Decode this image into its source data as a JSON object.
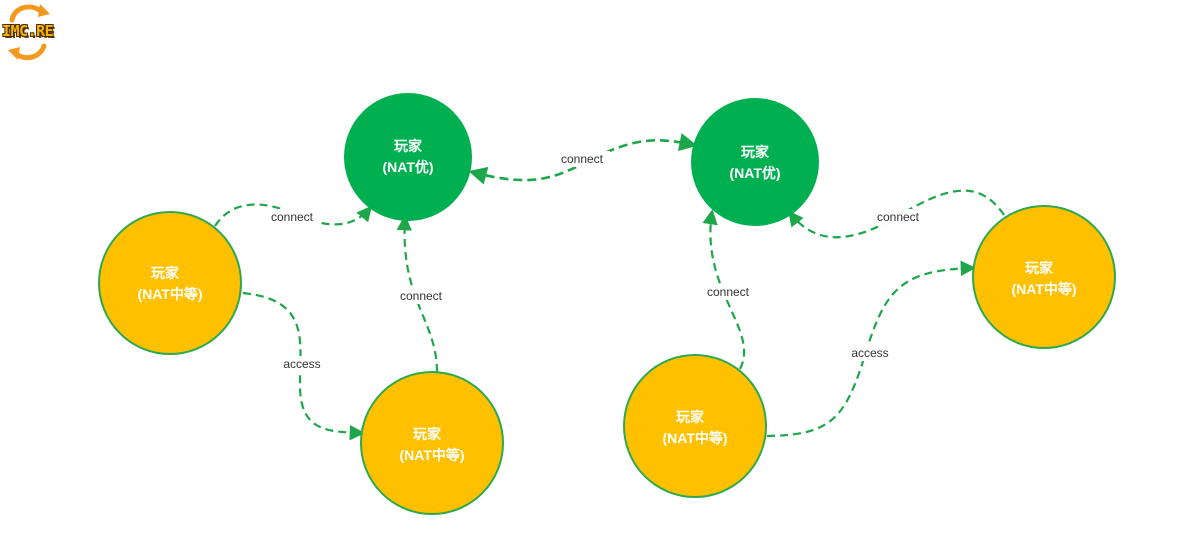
{
  "logo": {
    "text": "IMC.RE",
    "icon": "refresh-arrows-icon"
  },
  "colors": {
    "green_node": "#00b050",
    "yellow_node": "#ffc000",
    "node_stroke": "#2ea84e",
    "edge": "#1ea64a",
    "label_text": "#ffffff",
    "edge_label_text": "#333333"
  },
  "nodes": [
    {
      "id": "g1",
      "kind": "green",
      "line1": "玩家",
      "line2": "(NAT优)"
    },
    {
      "id": "g2",
      "kind": "green",
      "line1": "玩家",
      "line2": "(NAT优)"
    },
    {
      "id": "y1",
      "kind": "yellow",
      "line1": "玩家",
      "line2": "(NAT中等)"
    },
    {
      "id": "y2",
      "kind": "yellow",
      "line1": "玩家",
      "line2": "(NAT中等)"
    },
    {
      "id": "y3",
      "kind": "yellow",
      "line1": "玩家",
      "line2": "(NAT中等)"
    },
    {
      "id": "y4",
      "kind": "yellow",
      "line1": "玩家",
      "line2": "(NAT中等)"
    }
  ],
  "edges": [
    {
      "id": "e1",
      "from": "y1",
      "to": "g1",
      "label": "connect"
    },
    {
      "id": "e2",
      "from": "y2",
      "to": "g1",
      "label": "connect"
    },
    {
      "id": "e3",
      "from": "y1",
      "to": "y2",
      "label": "access"
    },
    {
      "id": "e4",
      "from": "g1",
      "to": "g2",
      "label": "connect",
      "bidirectional": true
    },
    {
      "id": "e5",
      "from": "y3",
      "to": "g2",
      "label": "connect"
    },
    {
      "id": "e6",
      "from": "y4",
      "to": "g2",
      "label": "connect"
    },
    {
      "id": "e7",
      "from": "y3",
      "to": "y4",
      "label": "access"
    }
  ]
}
